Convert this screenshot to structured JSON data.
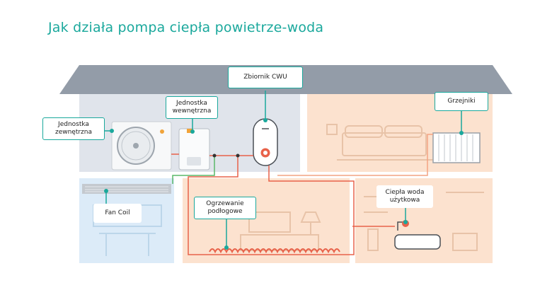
{
  "title": "Jak działa pompa ciepła powietrze-woda",
  "labels": {
    "jednostka_zewnetrzna": [
      "Jednostka",
      "zewnętrzna"
    ],
    "jednostka_wewnetrzna": [
      "Jednostka",
      "wewnętrzna"
    ],
    "zbiornik_cwu": "Zbiornik CWU",
    "grzejniki": "Grzejniki",
    "fan_coil": "Fan Coil",
    "ogrzewanie_podlogowe": [
      "Ogrzewanie",
      "podłogowe"
    ],
    "ciepla_woda_uzytkowa": [
      "Ciepła woda",
      "użytkowa"
    ]
  },
  "colors": {
    "accent": "#1aa89c",
    "roof": "#909aa7",
    "room_grey": "#dfe3ea",
    "room_orange": "#fbe3d2",
    "room_blue": "#dcecf8",
    "pipe_hot": "#e8624a",
    "pipe_green": "#5ab86a"
  }
}
